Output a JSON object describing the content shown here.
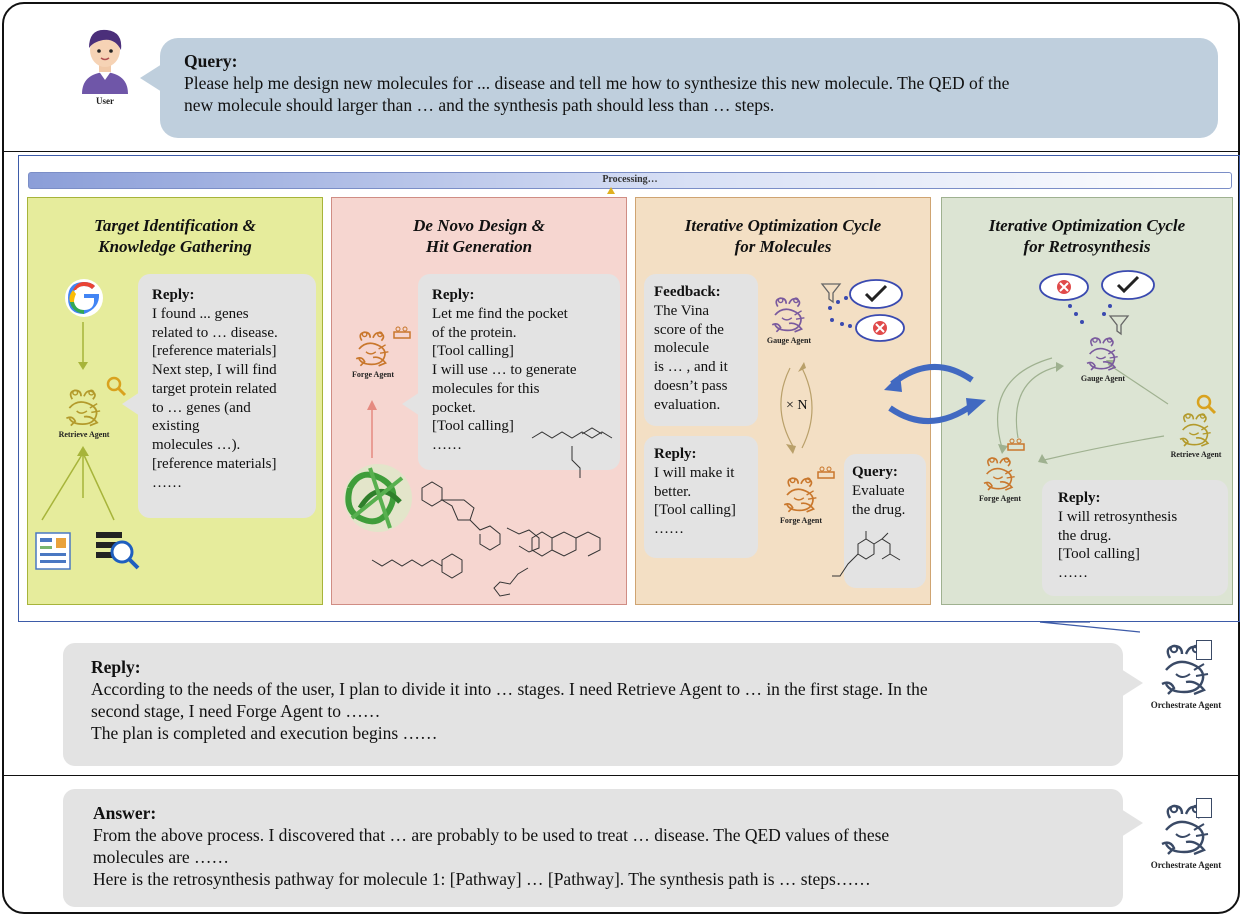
{
  "query": {
    "title": "Query:",
    "line1": "Please help me design new molecules for ... disease and tell me how to synthesize this new molecule. The QED of the",
    "line2": "new molecule should larger than … and the synthesis path should less than … steps."
  },
  "user_label": "User",
  "progress_label": "Processing…",
  "panels": [
    {
      "title1": "Target Identification &",
      "title2": "Knowledge Gathering",
      "reply_title": "Reply:",
      "reply_lines": [
        "I found ... genes",
        "related to … disease.",
        "[reference materials]",
        "Next step, I will find",
        "target protein related",
        "to … genes (and",
        "existing",
        "molecules …).",
        "[reference materials]",
        "……"
      ],
      "agent": "Retrieve Agent"
    },
    {
      "title1": "De Novo Design &",
      "title2": "Hit Generation",
      "reply_title": "Reply:",
      "reply_lines": [
        "Let me find the pocket",
        "of the protein.",
        "[Tool calling]",
        "I will use … to generate",
        "molecules for this",
        "pocket.",
        "[Tool calling]",
        "……"
      ],
      "agent": "Forge Agent"
    },
    {
      "title1": "Iterative Optimization Cycle",
      "title2": "for Molecules",
      "feedback_title": "Feedback:",
      "feedback_lines": [
        "The Vina",
        "score of the",
        "molecule",
        "is … , and it",
        "doesn’t pass",
        "evaluation."
      ],
      "reply_title": "Reply:",
      "reply_lines": [
        "I will make it",
        "better.",
        "[Tool calling]",
        "……"
      ],
      "query_title": "Query:",
      "query_lines": [
        "Evaluate",
        "the drug."
      ],
      "loop_label": "× N",
      "agent_top": "Gauge Agent",
      "agent_bottom": "Forge Agent"
    },
    {
      "title1": "Iterative Optimization Cycle",
      "title2": "for Retrosynthesis",
      "reply_title": "Reply:",
      "reply_lines": [
        "I will retrosynthesis",
        "the drug.",
        "[Tool calling]",
        "……"
      ],
      "agent_top": "Gauge Agent",
      "agent_right": "Retrieve Agent",
      "agent_left": "Forge Agent"
    }
  ],
  "plan_reply": {
    "title": "Reply:",
    "line1": "According to the needs of the user, I plan to divide it into … stages. I need Retrieve Agent to … in the first stage. In the",
    "line2": "second stage, I need Forge Agent to ……",
    "line3": "The plan is completed and execution begins ……"
  },
  "answer": {
    "title": "Answer:",
    "line1": "From the above process. I discovered that … are probably to be used to treat … disease. The QED values of these",
    "line2": "molecules are ……",
    "line3": "Here is the retrosynthesis pathway for molecule 1: [Pathway] … [Pathway]. The synthesis path is … steps……"
  },
  "orchestrate_agent": "Orchestrate Agent",
  "colors": {
    "retrieve": "#b39a2b",
    "forge": "#c9772c",
    "gauge": "#7a5a9e",
    "orchestrate": "#3a4a66",
    "cycle_arrow": "#4169c1"
  }
}
